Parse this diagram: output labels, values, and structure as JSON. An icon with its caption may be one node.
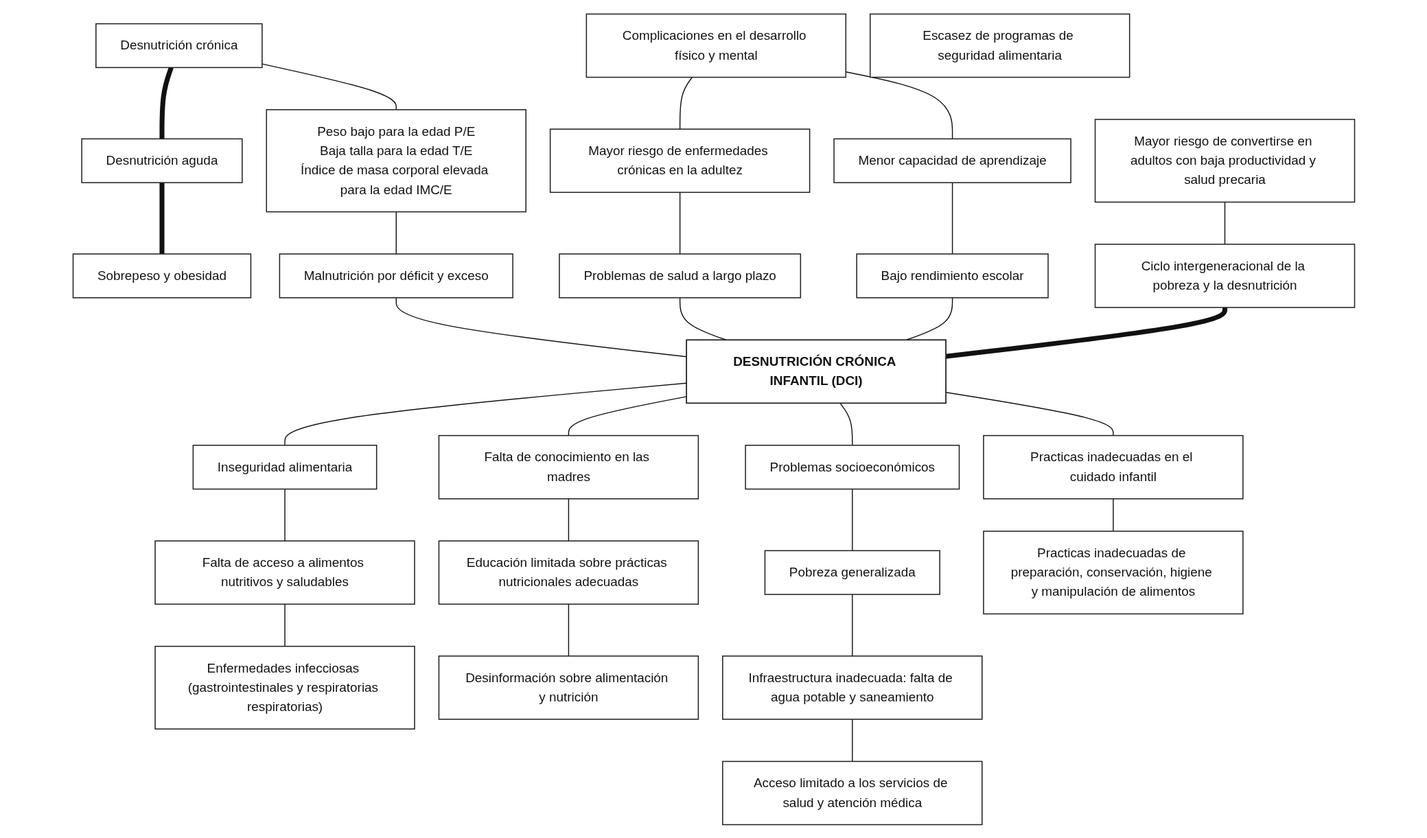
{
  "diagram": {
    "nodes": [
      {
        "text": [
          "Desnutrición crónica"
        ]
      },
      {
        "text": [
          "Desnutrición aguda"
        ]
      },
      {
        "text": [
          "Sobrepeso y obesidad"
        ]
      },
      {
        "text": [
          "Peso bajo para la edad P/E",
          "Baja talla para la edad T/E",
          "Índice de masa corporal elevada para la edad IMC/E"
        ]
      },
      {
        "text": [
          "Malnutrición por déficit y exceso"
        ]
      },
      {
        "text": [
          "Complicaciones en el desarrollo físico y mental"
        ]
      },
      {
        "text": [
          "Mayor riesgo de enfermedades crónicas en la adultez"
        ]
      },
      {
        "text": [
          "Menor capacidad de aprendizaje"
        ]
      },
      {
        "text": [
          "Mayor riesgo de convertirse en adultos con baja productividad y salud precaria"
        ]
      },
      {
        "text": [
          "Problemas de salud a largo plazo"
        ]
      },
      {
        "text": [
          "Bajo rendimiento escolar"
        ]
      },
      {
        "text": [
          "Ciclo intergeneracional de la pobreza y la desnutrición"
        ]
      },
      {
        "text": [
          "DESNUTRICIÓN CRÓNICA INFANTIL (DCI)"
        ]
      },
      {
        "text": [
          "Inseguridad alimentaria"
        ]
      },
      {
        "text": [
          "Falta de conocimiento en las madres"
        ]
      },
      {
        "text": [
          "Problemas socioeconómicos"
        ]
      },
      {
        "text": [
          "Practicas inadecuadas en el cuidado infantil"
        ]
      },
      {
        "text": [
          "Falta de acceso a alimentos nutritivos y saludables"
        ]
      },
      {
        "text": [
          "Educación limitada sobre prácticas nutricionales adecuadas"
        ]
      },
      {
        "text": [
          "Pobreza generalizada"
        ]
      },
      {
        "text": [
          "Practicas inadecuadas de preparación, conservación, higiene y manipulación de alimentos"
        ]
      },
      {
        "text": [
          "Enfermedades infecciosas (gastrointestinales y respiratorias respiratorias)"
        ]
      },
      {
        "text": [
          "Desinformación sobre alimentación y nutrición"
        ]
      },
      {
        "text": [
          "Infraestructura inadecuada: falta de agua potable y saneamiento"
        ]
      },
      {
        "text": [
          "Escasez de programas de seguridad alimentaria"
        ]
      },
      {
        "text": [
          "Acceso limitado a los servicios de salud y atención médica"
        ]
      }
    ],
    "edges": [
      {
        "from": 0,
        "to": 1,
        "arrow": "none",
        "style": "thick"
      },
      {
        "from": 1,
        "to": 2,
        "arrow": "none",
        "style": "thick"
      },
      {
        "from": 0,
        "to": 3,
        "arrow": "none"
      },
      {
        "from": 3,
        "to": 4,
        "arrow": "none"
      },
      {
        "from": 4,
        "to": 12,
        "arrow": "none"
      },
      {
        "from": 12,
        "to": 13,
        "arrow": "none"
      },
      {
        "from": 13,
        "to": 17,
        "arrow": "none"
      },
      {
        "from": 17,
        "to": 21,
        "arrow": "none"
      },
      {
        "from": 5,
        "to": 6,
        "arrow": "none"
      },
      {
        "from": 6,
        "to": 9,
        "arrow": "none"
      },
      {
        "from": 9,
        "to": 12,
        "arrow": "none"
      },
      {
        "from": 12,
        "to": 14,
        "arrow": "none"
      },
      {
        "from": 14,
        "to": 18,
        "arrow": "none"
      },
      {
        "from": 18,
        "to": 22,
        "arrow": "none"
      },
      {
        "from": 5,
        "to": 7,
        "arrow": "none"
      },
      {
        "from": 7,
        "to": 10,
        "arrow": "none"
      },
      {
        "from": 10,
        "to": 12,
        "arrow": "none"
      },
      {
        "from": 12,
        "to": 15,
        "arrow": "none"
      },
      {
        "from": 15,
        "to": 19,
        "arrow": "none"
      },
      {
        "from": 19,
        "to": 23,
        "arrow": "none"
      },
      {
        "from": 23,
        "to": 25,
        "arrow": "none"
      },
      {
        "from": 8,
        "to": 11,
        "arrow": "none"
      },
      {
        "from": 11,
        "to": 12,
        "arrow": "none",
        "style": "thick"
      },
      {
        "from": 12,
        "to": 16,
        "arrow": "none"
      },
      {
        "from": 16,
        "to": 20,
        "arrow": "none"
      }
    ]
  }
}
